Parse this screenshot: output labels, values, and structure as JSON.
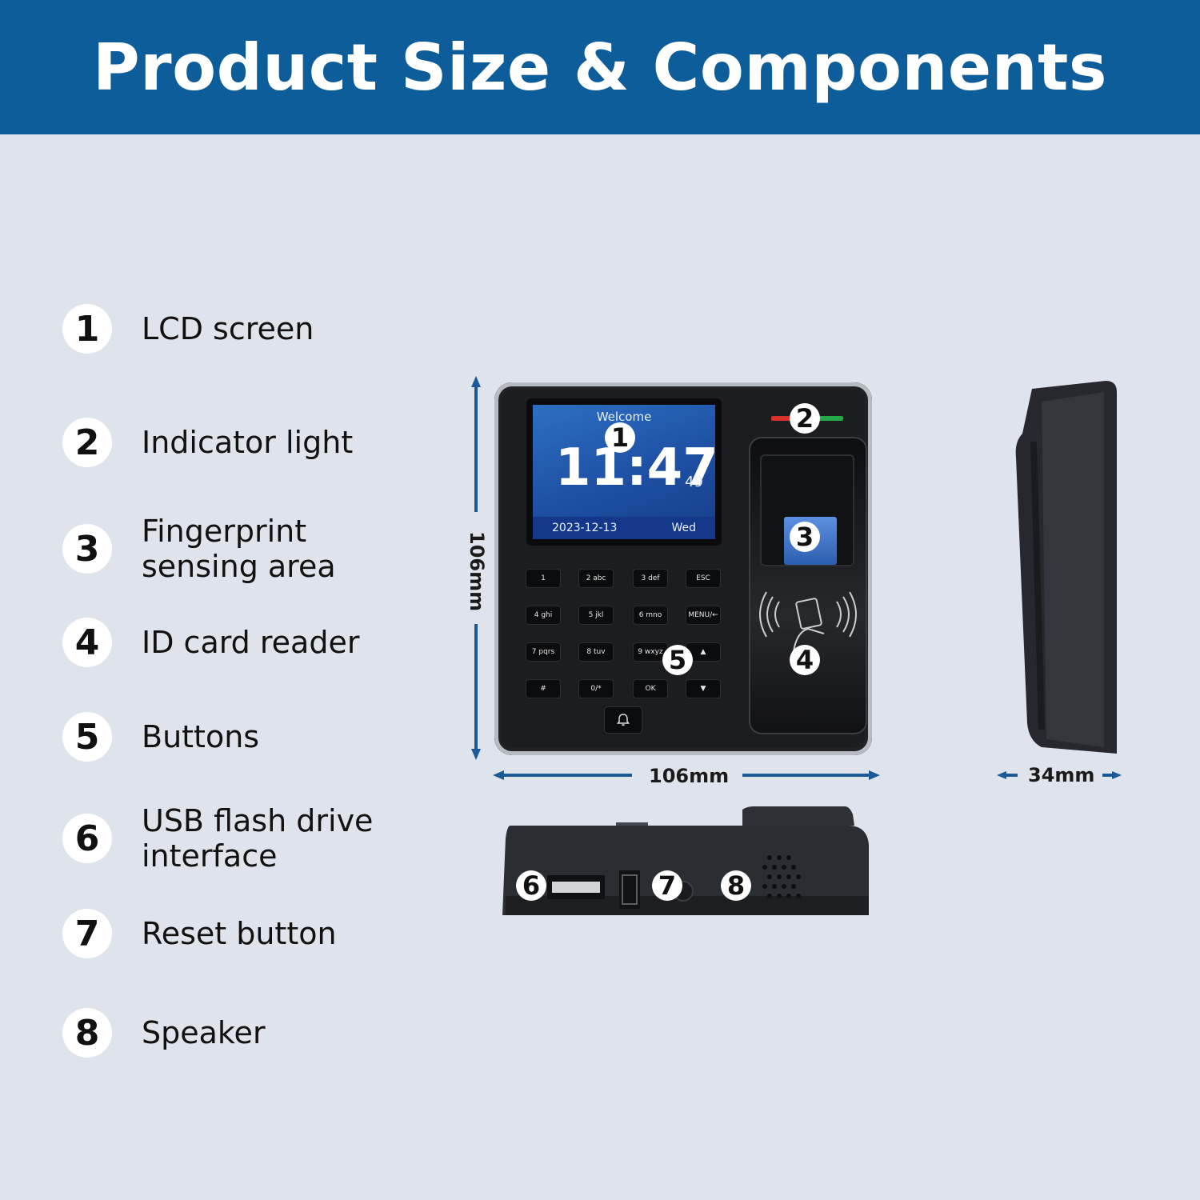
{
  "header": {
    "title": "Product Size & Components"
  },
  "legend": [
    {
      "num": "1",
      "label": "LCD screen"
    },
    {
      "num": "2",
      "label": "Indicator light"
    },
    {
      "num": "3",
      "label": "Fingerprint\nsensing area"
    },
    {
      "num": "4",
      "label": "ID card reader"
    },
    {
      "num": "5",
      "label": "Buttons"
    },
    {
      "num": "6",
      "label": "USB flash drive\ninterface"
    },
    {
      "num": "7",
      "label": "Reset button"
    },
    {
      "num": "8",
      "label": "Speaker"
    }
  ],
  "device": {
    "lcd": {
      "welcome": "Welcome",
      "time": "11:47",
      "seconds": "49",
      "date": "2023-12-13",
      "day": "Wed"
    },
    "keys": [
      "1",
      "2 abc",
      "3 def",
      "ESC",
      "4 ghi",
      "5 jkl",
      "6 mno",
      "MENU/←",
      "7 pqrs",
      "8 tuv",
      "9 wxyz",
      "▲",
      "#",
      "0/*",
      "OK",
      "▼"
    ]
  },
  "callouts": {
    "c1": "1",
    "c2": "2",
    "c3": "3",
    "c4": "4",
    "c5": "5",
    "c6": "6",
    "c7": "7",
    "c8": "8"
  },
  "dimensions": {
    "height": "106mm",
    "width": "106mm",
    "depth": "34mm"
  },
  "colors": {
    "header_bg": "#0d5d9a",
    "dimension_line": "#1a5a96",
    "led_red": "#d8312b",
    "led_green": "#23a84a"
  }
}
